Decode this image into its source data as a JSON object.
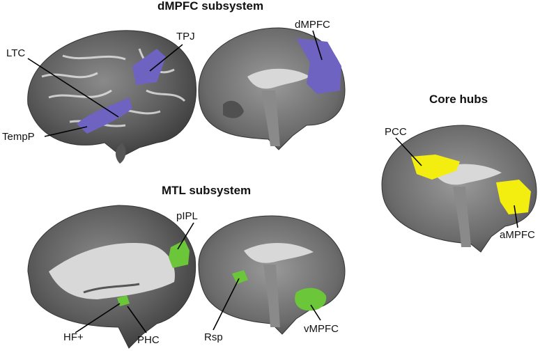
{
  "titles": {
    "dmpfc": "dMPFC subsystem",
    "mtl": "MTL subsystem",
    "core": "Core hubs"
  },
  "labels": {
    "ltc": "LTC",
    "tpj": "TPJ",
    "tempp": "TempP",
    "dmpfc": "dMPFC",
    "pipl": "pIPL",
    "hf": "HF+",
    "phc": "PHC",
    "rsp": "Rsp",
    "vmpfc": "vMPFC",
    "pcc": "PCC",
    "ampfc": "aMPFC"
  },
  "colors": {
    "dmpfc_subsystem": "#6e63c0",
    "mtl_subsystem": "#6cc63a",
    "core_hubs": "#f4ee10",
    "brain_gray": "#5a5a5a",
    "white_matter": "#d8d8d8"
  }
}
